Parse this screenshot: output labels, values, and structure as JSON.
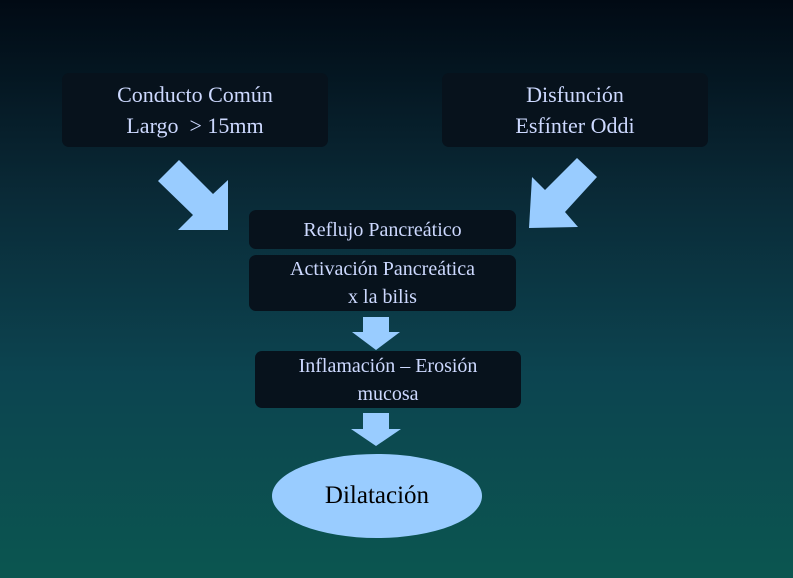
{
  "diagram": {
    "box_common_duct": [
      "Conducto Común",
      "Largo  > 15mm"
    ],
    "box_oddi": [
      "Disfunción",
      "Esfínter Oddi"
    ],
    "box_reflux": "Reflujo Pancreático",
    "box_activation": [
      "Activación Pancreática",
      "x la bilis"
    ],
    "box_inflammation": [
      "Inflamación – Erosión",
      "mucosa"
    ],
    "ellipse_dilatation": "Dilatación"
  },
  "colors": {
    "box_fill": "#07121c",
    "box_text": "#cdd9ff",
    "arrow_fill": "#99ccff",
    "ellipse_fill": "#99ccff",
    "ellipse_text": "#000000"
  }
}
